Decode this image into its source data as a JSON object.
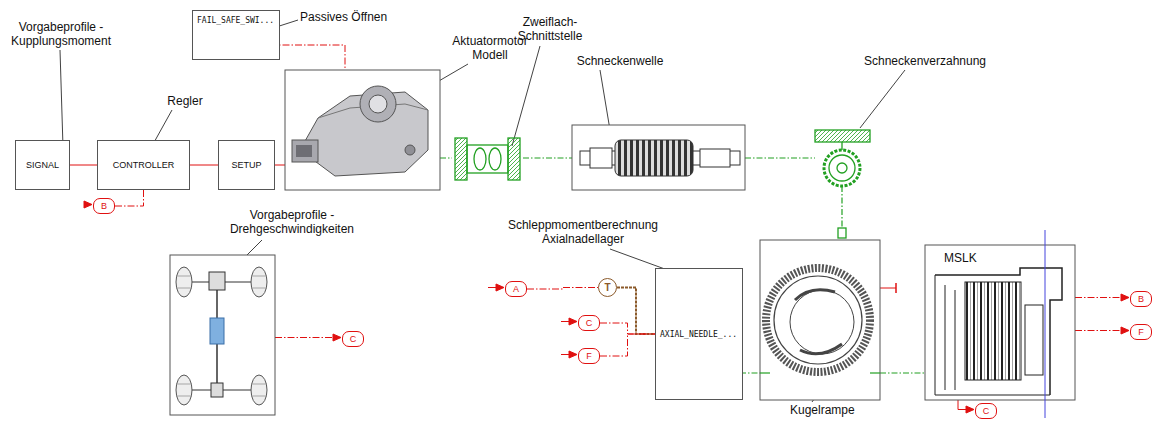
{
  "diagram": {
    "nodes": [
      {
        "text": [
          "FAIL_SAFE_SWI..."
        ]
      },
      {
        "text": [
          "SIGNAL"
        ]
      },
      {
        "text": [
          "CONTROLLER"
        ]
      },
      {
        "text": [
          "SETUP"
        ]
      },
      {
        "text": [
          "B"
        ]
      },
      {
        "text": [
          "A"
        ]
      },
      {
        "text": [
          "T"
        ]
      },
      {
        "text": [
          "AXIAL_NEEDLE_..."
        ]
      },
      {
        "text": [
          "C"
        ]
      },
      {
        "text": [
          "F"
        ]
      },
      {
        "text": [
          "C"
        ]
      },
      {
        "text": [
          "B"
        ]
      },
      {
        "text": [
          "F"
        ]
      },
      {
        "text": [
          "C"
        ]
      }
    ],
    "edges": [
      {
        "from": 1,
        "to": 2,
        "arrow": "none"
      },
      {
        "from": 2,
        "to": 3,
        "arrow": "none"
      },
      {
        "from": 2,
        "to": 4,
        "arrow": "none"
      },
      {
        "from": 5,
        "to": 6,
        "arrow": "none"
      },
      {
        "from": 6,
        "to": 7,
        "arrow": "none"
      },
      {
        "from": 8,
        "to": 7,
        "arrow": "none"
      },
      {
        "from": 9,
        "to": 7,
        "arrow": "none"
      }
    ],
    "labels": [
      "Passives Öffnen",
      "Vorgabeprofile - Kupplungsmoment",
      "Regler",
      "Aktuatormotor Modell",
      "Zweiflach-Schnittstelle",
      "Schneckenwelle",
      "Schneckenverzahnung",
      "Vorgabeprofile - Drehgeschwindigkeiten",
      "Schleppmomentberechnung Axialnadellager",
      "MSLK",
      "Kugelrampe"
    ]
  }
}
